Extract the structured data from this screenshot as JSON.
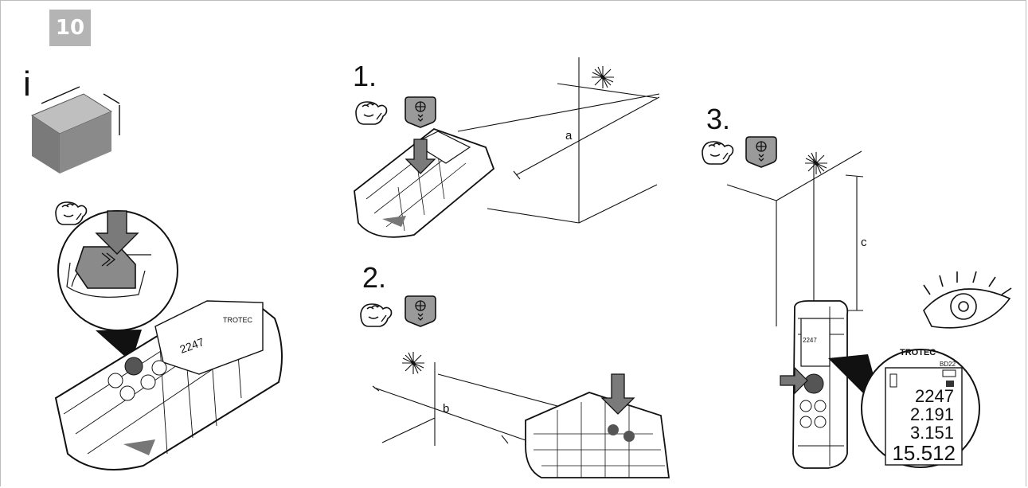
{
  "figure": {
    "number": "10"
  },
  "info": {
    "symbol": "i"
  },
  "steps": [
    {
      "number": "1.",
      "dimension": "a"
    },
    {
      "number": "2.",
      "dimension": "b"
    },
    {
      "number": "3.",
      "dimension": "c"
    }
  ],
  "device": {
    "brand": "TROTEC",
    "model": "BD22",
    "display_values": [
      "2247",
      "2.191",
      "3.151",
      "15.512"
    ]
  },
  "colors": {
    "frame": "#bdbdbd",
    "badge": "#b4b4b4",
    "box": "#8a8a8a",
    "button": "#9a9a9a"
  }
}
